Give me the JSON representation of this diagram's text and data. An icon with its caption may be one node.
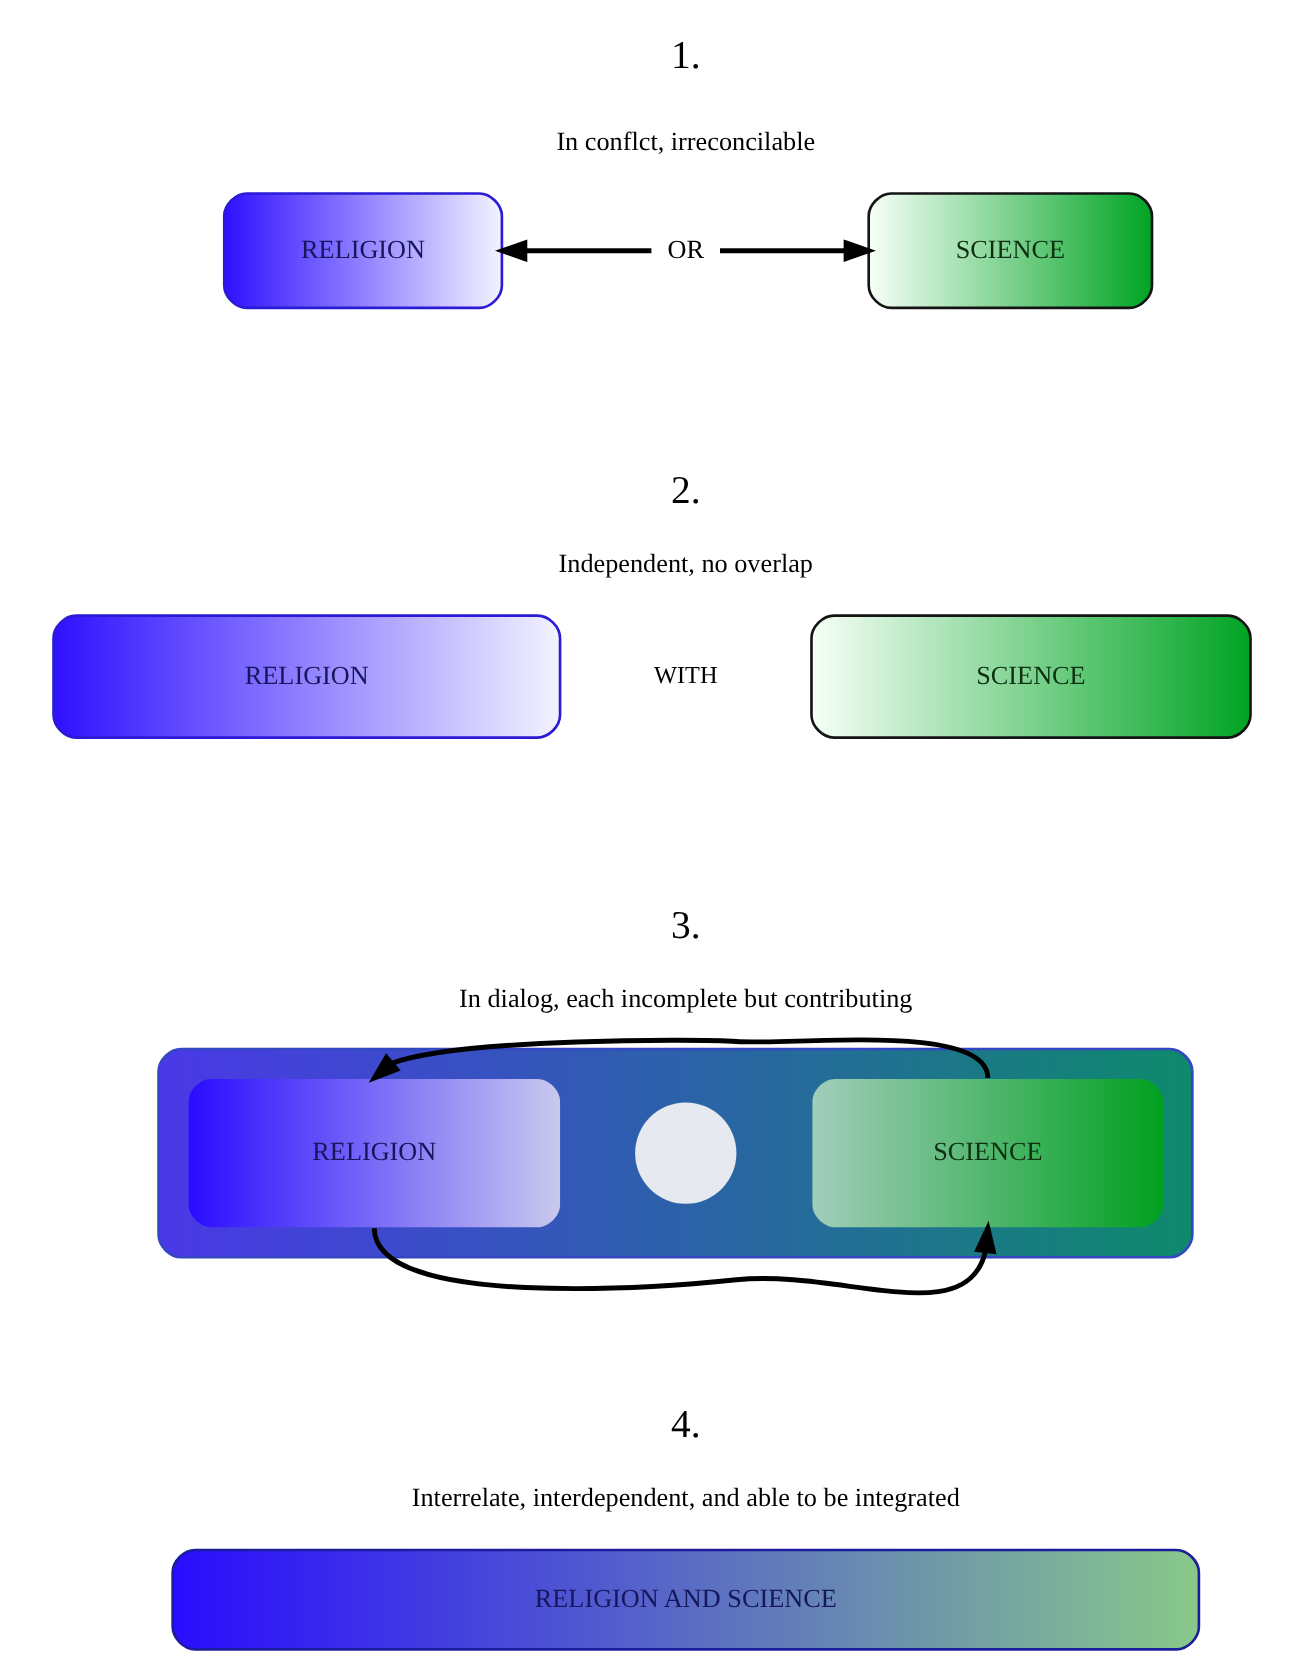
{
  "diagram": {
    "nodes": [
      {
        "text": [
          "RELIGION"
        ]
      },
      {
        "text": [
          "OR"
        ]
      },
      {
        "text": [
          "SCIENCE"
        ]
      },
      {
        "text": [
          "RELIGION"
        ]
      },
      {
        "text": [
          "SCIENCE"
        ]
      },
      {
        "text": [],
        "shape": "bar"
      },
      {
        "text": [
          "RELIGION"
        ],
        "in": 5
      },
      {
        "text": [],
        "shape": "circle",
        "in": 5
      },
      {
        "text": [
          "SCIENCE"
        ],
        "in": 5
      },
      {
        "text": [
          "RELIGION AND SCIENCE"
        ]
      }
    ],
    "edges": [
      {
        "from": 1,
        "to": 0,
        "arrow": "to"
      },
      {
        "from": 1,
        "to": 2,
        "arrow": "to"
      },
      {
        "from": 8,
        "to": 6,
        "arrow": "to"
      },
      {
        "from": 6,
        "to": 8,
        "arrow": "to"
      }
    ],
    "labels": [
      "1.",
      "In conflct, irreconcilable",
      "2.",
      "Independent, no overlap",
      "WITH",
      "3.",
      "In dialog, each incomplete but contributing",
      "4.",
      "Interrelate, interdependent, and able to be integrated"
    ]
  }
}
